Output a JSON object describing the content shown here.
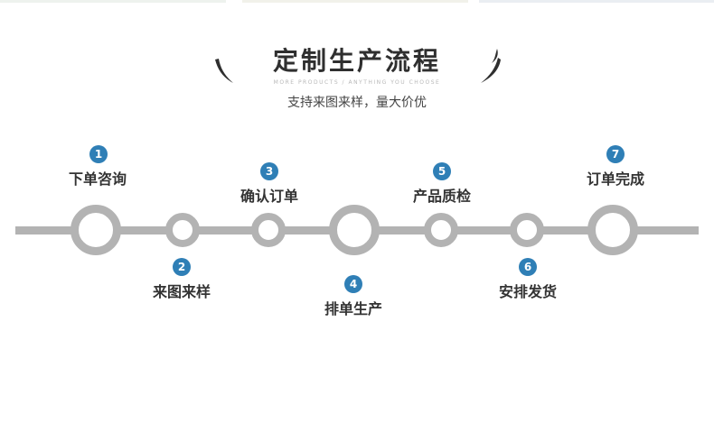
{
  "header": {
    "title": "定制生产流程",
    "subtitle_en": "MORE PRODUCTS / ANYTHING YOU CHOOSE",
    "subtitle_cn": "支持来图来样，量大价优"
  },
  "colors": {
    "track": "#b3b3b3",
    "badge": "#2f7fb6",
    "text": "#333333"
  },
  "steps": [
    {
      "number": "1",
      "label": "下单咨询"
    },
    {
      "number": "2",
      "label": "来图来样"
    },
    {
      "number": "3",
      "label": "确认订单"
    },
    {
      "number": "4",
      "label": "排单生产"
    },
    {
      "number": "5",
      "label": "产品质检"
    },
    {
      "number": "6",
      "label": "安排发货"
    },
    {
      "number": "7",
      "label": "订单完成"
    }
  ]
}
